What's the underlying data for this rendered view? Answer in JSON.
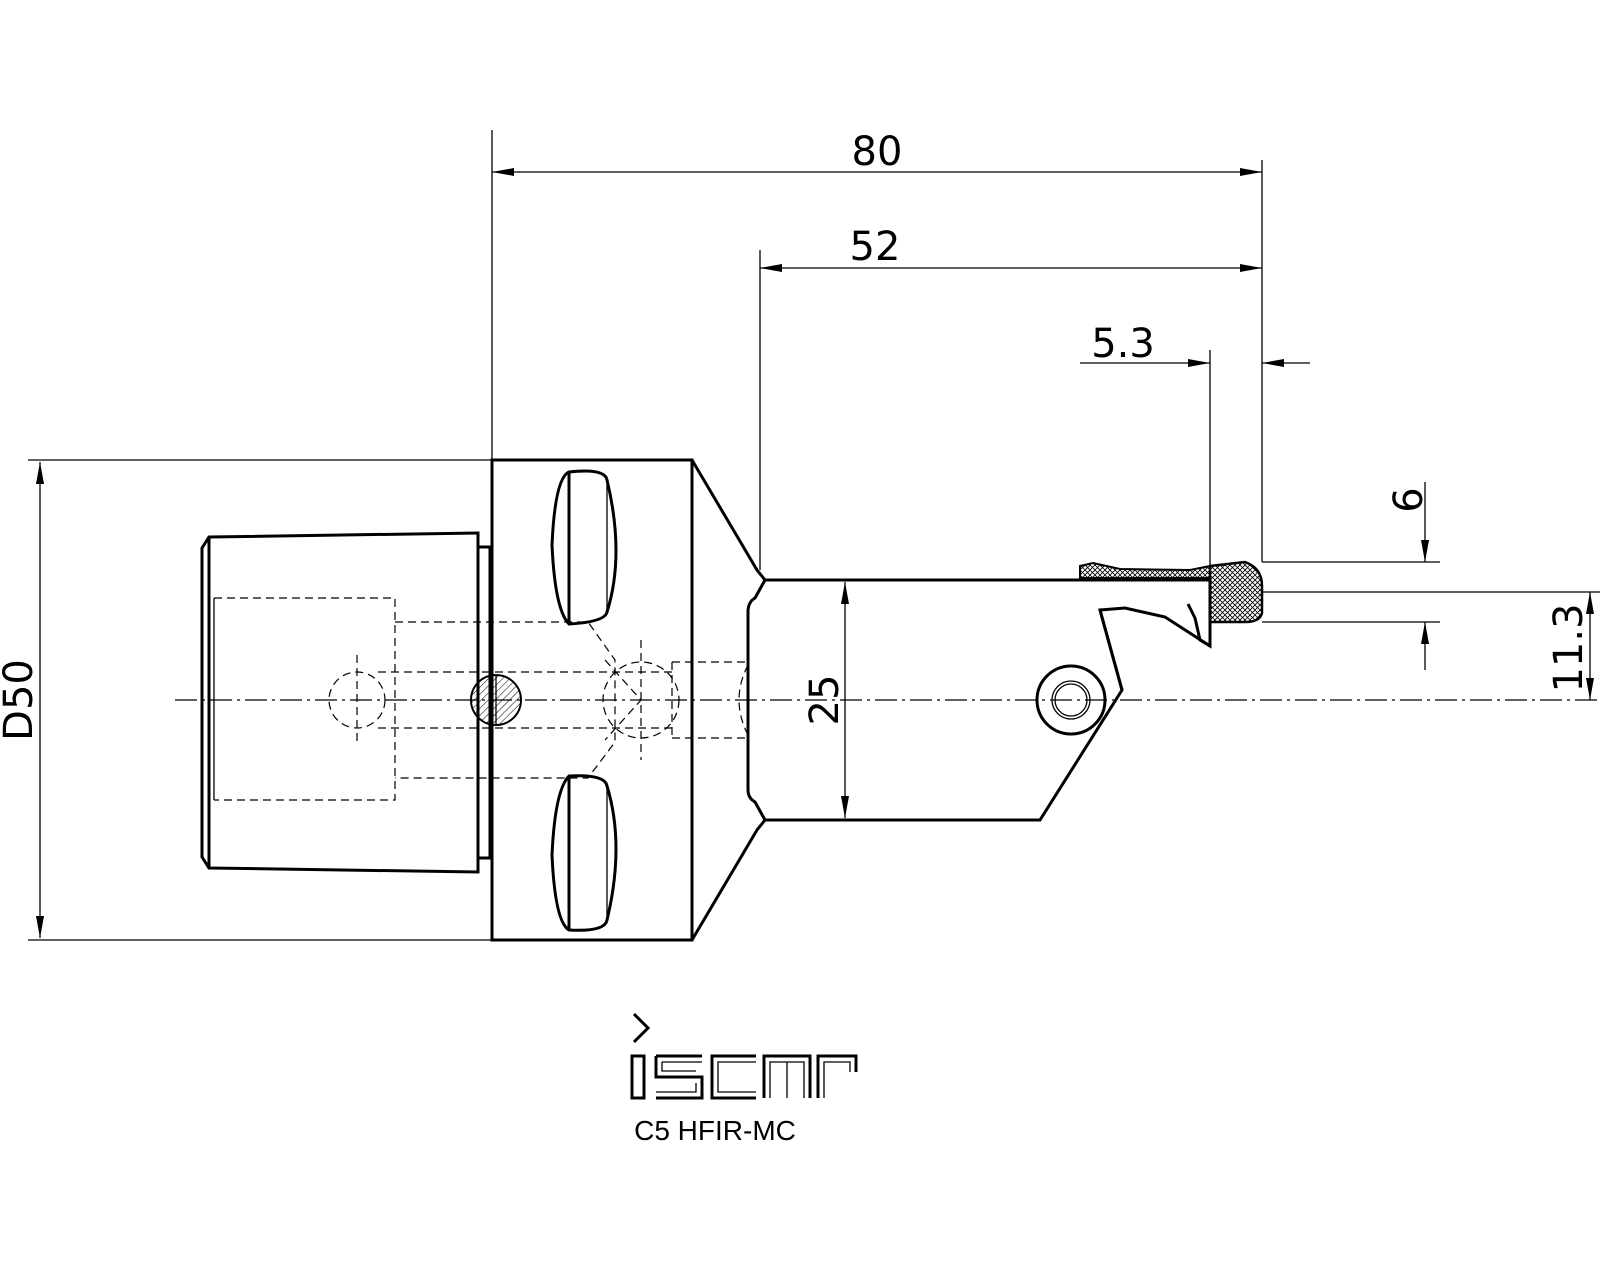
{
  "dimensions": {
    "overall_length": "80",
    "head_length": "52",
    "offset": "5.3",
    "insert_width": "6",
    "cut_height": "11.3",
    "bar_diameter": "25",
    "flange_diameter": "D50"
  },
  "logo_text": "iscar",
  "model": "C5 HFIR-MC"
}
